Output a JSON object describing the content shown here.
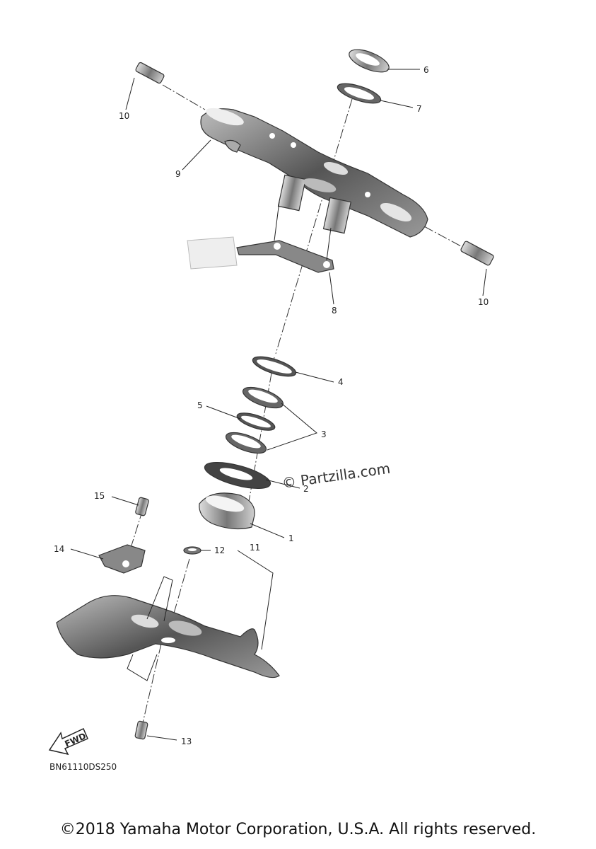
{
  "callouts": {
    "c1": "1",
    "c2": "2",
    "c3": "3",
    "c4": "4",
    "c5": "5",
    "c6": "6",
    "c7": "7",
    "c8": "8",
    "c9": "9",
    "c10a": "10",
    "c10b": "10",
    "c11": "11",
    "c12": "12",
    "c13": "13",
    "c14": "14",
    "c15": "15"
  },
  "watermark": "© Partzilla.com",
  "fwd_label": "FWD",
  "diagram_code": "BN61110DS250",
  "footer": "©2018 Yamaha Motor Corporation, U.S.A. All rights reserved."
}
